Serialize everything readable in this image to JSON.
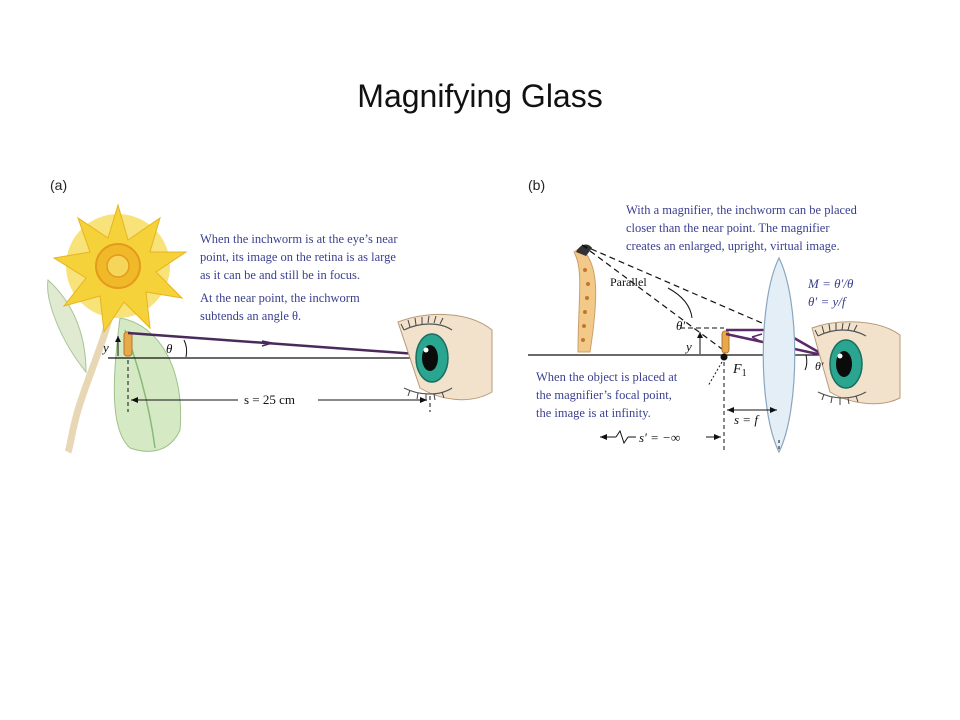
{
  "title": "Magnifying Glass",
  "panel_a": {
    "label": "(a)",
    "caption_1": [
      "When the inchworm is at the eye’s near",
      "point, its image on the retina is as large",
      "as it can be and still be in focus."
    ],
    "caption_2": [
      "At the near point, the inchworm",
      "subtends an angle θ."
    ],
    "y_label": "y",
    "theta_label": "θ",
    "distance_label": "s = 25 cm"
  },
  "panel_b": {
    "label": "(b)",
    "caption_1": [
      "With a magnifier, the inchworm can be placed",
      "closer than the near point. The magnifier",
      "creates an enlarged, upright, virtual image."
    ],
    "parallel_label": "Parallel",
    "theta_prime_label": "θ′",
    "y_label": "y",
    "f1_label": "F",
    "f1_sub": "1",
    "eq_1": "M = θ′/θ",
    "eq_2": "θ′ = y/f",
    "theta_prime_eye_label": "θ′",
    "caption_2": [
      "When the object is placed at",
      "the magnifier’s focal point,",
      "the image is at infinity."
    ],
    "s_f_label": "s = f",
    "s_prime_label": "s′ = −∞"
  },
  "colors": {
    "caption_text": "#3a3f8f",
    "purple_ray": "#5a2a6a",
    "eye_iris": "#2aa58f",
    "flower_yellow": "#f5d13a",
    "leaf_green": "#c9e3b8",
    "lens_fill": "#e4eef7",
    "worm_orange": "#e8a94a"
  }
}
